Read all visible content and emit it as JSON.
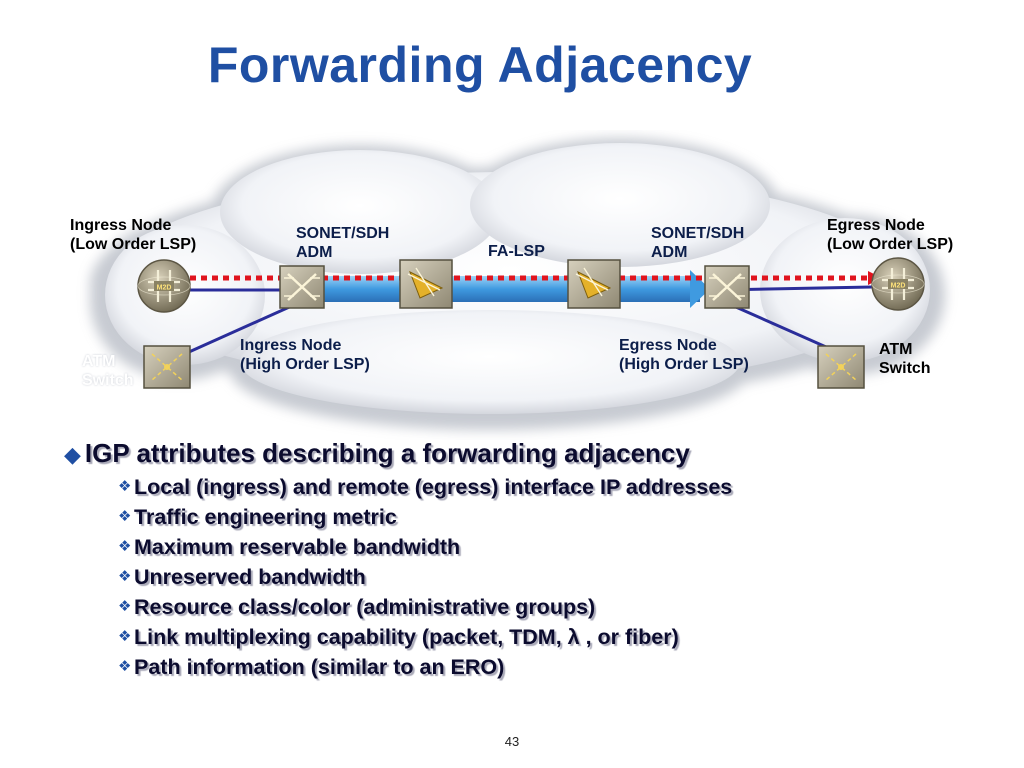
{
  "slide": {
    "title": "Forwarding Adjacency",
    "page_number": "43"
  },
  "diagram": {
    "labels": {
      "ingress_low": [
        "Ingress Node",
        "(Low Order LSP)"
      ],
      "sonet_left": [
        "SONET/SDH",
        "ADM"
      ],
      "fa_lsp": "FA-LSP",
      "sonet_right": [
        "SONET/SDH",
        "ADM"
      ],
      "egress_low": [
        "Egress Node",
        "(Low Order LSP)"
      ],
      "ingress_high": [
        "Ingress Node",
        "(High Order LSP)"
      ],
      "egress_high": [
        "Egress Node",
        "(High Order LSP)"
      ],
      "atm_left": [
        "ATM",
        "Switch"
      ],
      "atm_right": [
        "ATM",
        "Switch"
      ]
    },
    "router_badge": "M2D",
    "colors": {
      "lsp_dotted": "#e0141e",
      "fa_lsp_pipe": "#4aa6e6",
      "links": "#2a2d9a"
    }
  },
  "bullets": {
    "main": "IGP attributes describing a forwarding adjacency",
    "sub": [
      "Local (ingress) and remote (egress) interface IP addresses",
      "Traffic engineering metric",
      "Maximum reservable bandwidth",
      "Unreserved bandwidth",
      "Resource class/color (administrative groups)",
      "Link multiplexing capability (packet, TDM, λ , or fiber)",
      "Path information (similar to an ERO)"
    ]
  }
}
